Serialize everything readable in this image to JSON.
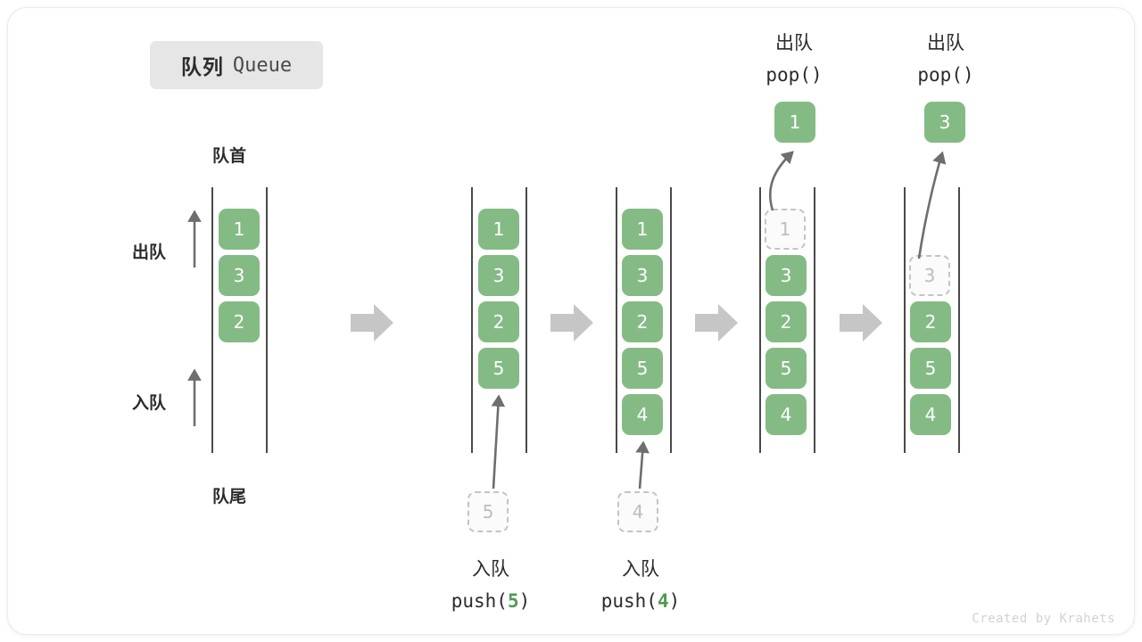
{
  "title": {
    "cn": "队列",
    "en": "Queue"
  },
  "labels": {
    "front": "队首",
    "rear": "队尾",
    "dequeue": "出队",
    "enqueue": "入队"
  },
  "credit": "Created by Krahets",
  "colors": {
    "cell_fill": "#84bb85",
    "cell_text": "#ffffff",
    "ghost_border": "#c4c4c4",
    "ghost_text": "#bdbdbd",
    "rail": "#4a4a4a",
    "arrow": "#6e6e6e",
    "step_arrow": "#c6c6c6",
    "badge_bg": "#e6e6e6",
    "accent_green": "#4f9a55",
    "credit": "#d2d2d2"
  },
  "stages": [
    {
      "name": "initial",
      "cells": [
        {
          "value": "1",
          "state": "solid"
        },
        {
          "value": "3",
          "state": "solid"
        },
        {
          "value": "2",
          "state": "solid"
        }
      ],
      "op_title": "",
      "op_call": "",
      "pending": null,
      "popped": null
    },
    {
      "name": "push-5",
      "cells": [
        {
          "value": "1",
          "state": "solid"
        },
        {
          "value": "3",
          "state": "solid"
        },
        {
          "value": "2",
          "state": "solid"
        },
        {
          "value": "5",
          "state": "solid"
        }
      ],
      "op_title": "入队",
      "op_call_prefix": "push(",
      "op_call_arg": "5",
      "op_call_suffix": ")",
      "pending": {
        "value": "5",
        "state": "ghost"
      },
      "popped": null
    },
    {
      "name": "push-4",
      "cells": [
        {
          "value": "1",
          "state": "solid"
        },
        {
          "value": "3",
          "state": "solid"
        },
        {
          "value": "2",
          "state": "solid"
        },
        {
          "value": "5",
          "state": "solid"
        },
        {
          "value": "4",
          "state": "solid"
        }
      ],
      "op_title": "入队",
      "op_call_prefix": "push(",
      "op_call_arg": "4",
      "op_call_suffix": ")",
      "pending": {
        "value": "4",
        "state": "ghost"
      },
      "popped": null
    },
    {
      "name": "pop-1",
      "cells": [
        {
          "value": "1",
          "state": "ghost"
        },
        {
          "value": "3",
          "state": "solid"
        },
        {
          "value": "2",
          "state": "solid"
        },
        {
          "value": "5",
          "state": "solid"
        },
        {
          "value": "4",
          "state": "solid"
        }
      ],
      "op_title": "出队",
      "op_call": "pop()",
      "popped": {
        "value": "1",
        "state": "solid"
      }
    },
    {
      "name": "pop-3",
      "cells": [
        {
          "value": "",
          "state": "empty"
        },
        {
          "value": "3",
          "state": "ghost"
        },
        {
          "value": "2",
          "state": "solid"
        },
        {
          "value": "5",
          "state": "solid"
        },
        {
          "value": "4",
          "state": "solid"
        }
      ],
      "op_title": "出队",
      "op_call": "pop()",
      "popped": {
        "value": "3",
        "state": "solid"
      }
    }
  ]
}
